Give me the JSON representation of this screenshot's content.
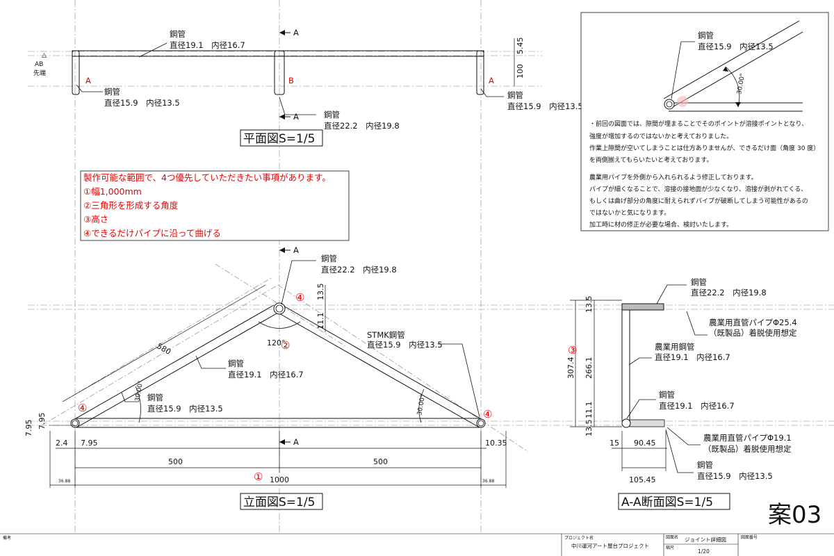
{
  "plan_view": {
    "title": "平面図S=1/5",
    "pipe_top": "鋼管",
    "pipe_top_spec": "直径19.1　内径16.7",
    "pipe_left": "鋼管",
    "pipe_left_spec": "直径15.9　内径13.5",
    "pipe_center": "鋼管",
    "pipe_center_spec": "直径22.2　内径19.8",
    "pipe_right": "鋼管",
    "pipe_right_spec": "直径15.9　内径13.5",
    "mark_a": "A",
    "mark_b": "B",
    "mark_ab": "AB",
    "mark_ab_tip": "先端",
    "mark_delta": "△",
    "dim_545": "5.45",
    "dim_100": "100"
  },
  "priority_box": {
    "heading": "製作可能な範囲で、4つ優先していただきたい事項があります。",
    "items": [
      "①幅1,000mm",
      "②三角形を形成する角度",
      "③高さ",
      "④できるだけパイプに沿って曲げる"
    ]
  },
  "elevation_view": {
    "title": "立面図S=1/5",
    "apex_pipe": "鋼管",
    "apex_pipe_spec": "直径22.2　内径19.8",
    "stmk_pipe": "STMK鋼管",
    "stmk_pipe_spec": "直径15.9　内径13.5",
    "left_pipe": "鋼管",
    "left_pipe_spec": "直径19.1　内径16.7",
    "bottom_pipe": "鋼管",
    "bottom_pipe_spec": "直径15.9　内径13.5",
    "angle_apex": "120°",
    "angle_left": "30.00°",
    "angle_right": "30.00°",
    "dim_580": "580",
    "dim_135": "13.5",
    "dim_111": "11.1",
    "dim_795a": "7.95",
    "dim_795b": "7.95",
    "dim_795c": "7.95",
    "dim_24": "2.4",
    "dim_1035": "10.35",
    "dim_500a": "500",
    "dim_500b": "500",
    "dim_1000": "1000",
    "dim_3688a": "36.88",
    "dim_3688b": "36.88",
    "circ1": "①",
    "circ2": "②",
    "circ4": "④",
    "mark_a": "A"
  },
  "section_view": {
    "title": "A-A断面図S=1/5",
    "top_pipe": "鋼管",
    "top_pipe_spec": "直径22.2　内径19.8",
    "agri_pipe_254": "農業用直管パイプΦ25.4",
    "agri_pipe_254_note": "（既製品）着脱使用想定",
    "agri_steel": "農業用鋼管",
    "agri_steel_spec": "直径19.1　内径16.7",
    "lower_pipe": "鋼管",
    "lower_pipe_spec": "直径19.1　内径16.7",
    "agri_pipe_191": "農業用直管パイプΦ19.1",
    "agri_pipe_191_note": "（既製品）着脱使用想定",
    "bottom_pipe": "鋼管",
    "bottom_pipe_spec": "直径15.9　内径13.5",
    "dim_135a": "13.5",
    "dim_3074": "307.4",
    "dim_2661": "266.1",
    "dim_111": "11.1",
    "dim_135b": "13.5",
    "dim_15": "15",
    "dim_9045": "90.45",
    "dim_10545": "105.45",
    "circ3": "③"
  },
  "detail_box": {
    "pipe": "鋼管",
    "pipe_spec": "直径15.9　内径13.5",
    "angle": "30.00°",
    "notes": [
      "・前回の図面では、隙間が埋まることでそのポイントが溶接ポイントとなり、",
      "強度が増加するのではないかと考えておりました。",
      "作業上隙間が空いてしまうことは仕方ありませんが、できるだけ面（角度 30 度）",
      "を両側揃えてもらいたいと考えております。",
      "",
      "農業用パイプを外側から入れられるよう修正しております。",
      "パイプが細くなることで、溶接の接地面が少なくなり、溶接が剥がれてくる、",
      "もしくは曲げ部分の角度に耐えられずパイプが破断してしまう可能性があるの",
      "ではないかと気になります。",
      "加工時に材の修正が必要な場合、検討いたします。"
    ]
  },
  "plan_label": "案03",
  "title_block": {
    "remarks_label": "備考",
    "project_label": "プロジェクト名",
    "project_name": "中川運河アート屋台プロジェクト",
    "drawing_label": "図面名",
    "drawing_name": "ジョイント詳細図",
    "scale_label": "縮尺",
    "scale_value": "1/20",
    "number_label": "図面番号"
  }
}
